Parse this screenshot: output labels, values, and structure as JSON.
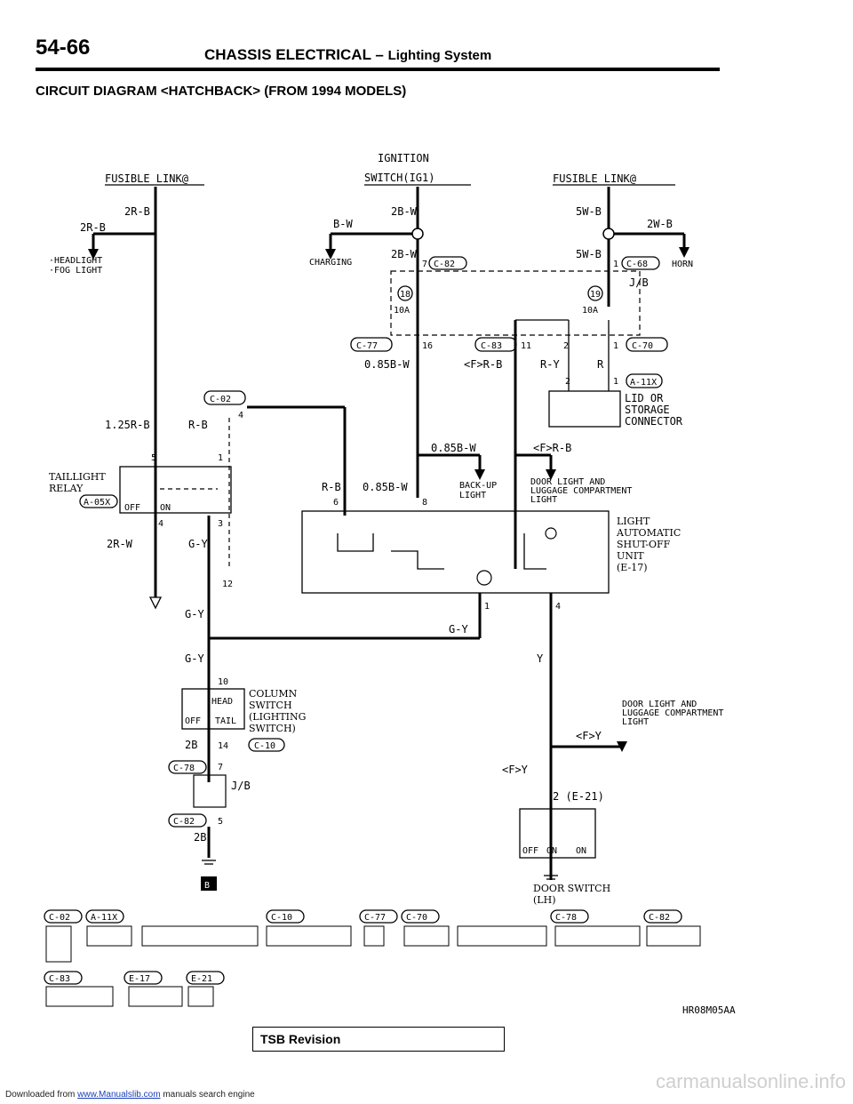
{
  "header": {
    "page_number": "54-66",
    "section_title": "CHASSIS ELECTRICAL –",
    "section_sub": "Lighting System"
  },
  "diagram_title": "CIRCUIT DIAGRAM <HATCHBACK> (FROM 1994 MODELS)",
  "labels": {
    "fusible_link_left": "FUSIBLE LINK@",
    "ignition_switch_1": "IGNITION",
    "ignition_switch_2": "SWITCH(IG1)",
    "fusible_link_right": "FUSIBLE LINK@",
    "w_2r_b_top": "2R-B",
    "w_2r_b": "2R-B",
    "headlight": "·HEADLIGHT",
    "fog_light": "·FOG LIGHT",
    "w_b_w": "B-W",
    "charging": "CHARGING",
    "w_2b_w_1": "2B-W",
    "w_2b_w_2": "2B-W",
    "w_5w_b_1": "5W-B",
    "w_5w_b_2": "5W-B",
    "w_2w_b": "2W-B",
    "horn": "HORN",
    "jb_top": "J/B",
    "fuse_18": "18",
    "fuse_19": "19",
    "amp_10a_1": "10A",
    "amp_10a_2": "10A",
    "c77": "C-77",
    "c83": "C-83",
    "c70": "C-70",
    "c82_top": "C-82",
    "c68": "C-68",
    "pin_7": "7",
    "pin_1a": "1",
    "pin_16": "16",
    "pin_11": "11",
    "pin_2": "2",
    "pin_1b": "1",
    "w_085b_w_1": "0.85B-W",
    "w_f_r_b": "<F>R-B",
    "w_r_y": "R-Y",
    "w_r": "R",
    "pin_2b": "2",
    "pin_1c": "1",
    "a11x": "A-11X",
    "lid_or": "LID OR",
    "storage": "STORAGE",
    "connector": "CONNECTOR",
    "c02": "C-02",
    "pin_4": "4",
    "w_1_25r_b": "1.25R-B",
    "w_r_b": "R-B",
    "w_085b_w_2": "0.85B-W",
    "w_f_r_b_2": "<F>R-B",
    "taillight": "TAILLIGHT",
    "relay": "RELAY",
    "a05x": "A-05X",
    "pin_5": "5",
    "pin_1d": "1",
    "off": "OFF",
    "on": "ON",
    "backup_1": "BACK-UP",
    "backup_2": "LIGHT",
    "w_r_b_2": "R-B",
    "w_085b_w_3": "0.85B-W",
    "pin_6": "6",
    "pin_8": "8",
    "door_light_1": "DOOR LIGHT AND",
    "door_light_2": "LUGGAGE COMPARTMENT",
    "door_light_3": "LIGHT",
    "pin_4b": "4",
    "pin_3": "3",
    "w_2r_w": "2R-W",
    "w_g_y_1": "G-Y",
    "pin_12": "12",
    "las_1": "LIGHT",
    "las_2": "AUTOMATIC",
    "las_3": "SHUT-OFF",
    "las_4": "UNIT",
    "las_5": "(E-17)",
    "w_g_y_2": "G-Y",
    "w_g_y_3": "G-Y",
    "pin_1e": "1",
    "pin_4c": "4",
    "w_g_y_4": "G-Y",
    "w_y": "Y",
    "pin_10": "10",
    "column_1": "COLUMN",
    "column_2": "SWITCH",
    "column_3": "(LIGHTING",
    "column_4": "SWITCH)",
    "head": "HEAD",
    "tail": "TAIL",
    "off2": "OFF",
    "w_2b": "2B",
    "pin_14": "14",
    "c10": "C-10",
    "door_light_b1": "DOOR LIGHT AND",
    "door_light_b2": "LUGGAGE COMPARTMENT",
    "door_light_b3": "LIGHT",
    "w_f_y": "<F>Y",
    "c78": "C-78",
    "pin_7b": "7",
    "jb_bottom": "J/B",
    "w_f_y_2": "<F>Y",
    "pin_2_e21": "2 (E-21)",
    "c82_bottom": "C-82",
    "pin_5b": "5",
    "w_2b_2": "2B",
    "off3": "OFF",
    "on3": "ON",
    "on4": "ON",
    "door_switch_1": "DOOR SWITCH",
    "door_switch_2": "(LH)",
    "ground_b": "B"
  },
  "connector_legend": [
    "C-02",
    "A-11X",
    "C-10",
    "C-77",
    "C-70",
    "C-78",
    "C-82",
    "C-83",
    "E-17",
    "E-21"
  ],
  "diagram_code": "HR08M05AA",
  "tsb": "TSB Revision",
  "footer": {
    "prefix": "Downloaded from",
    "link": "www.Manualslib.com",
    "suffix": "manuals search engine"
  },
  "watermark": "carmanualsonline.info"
}
